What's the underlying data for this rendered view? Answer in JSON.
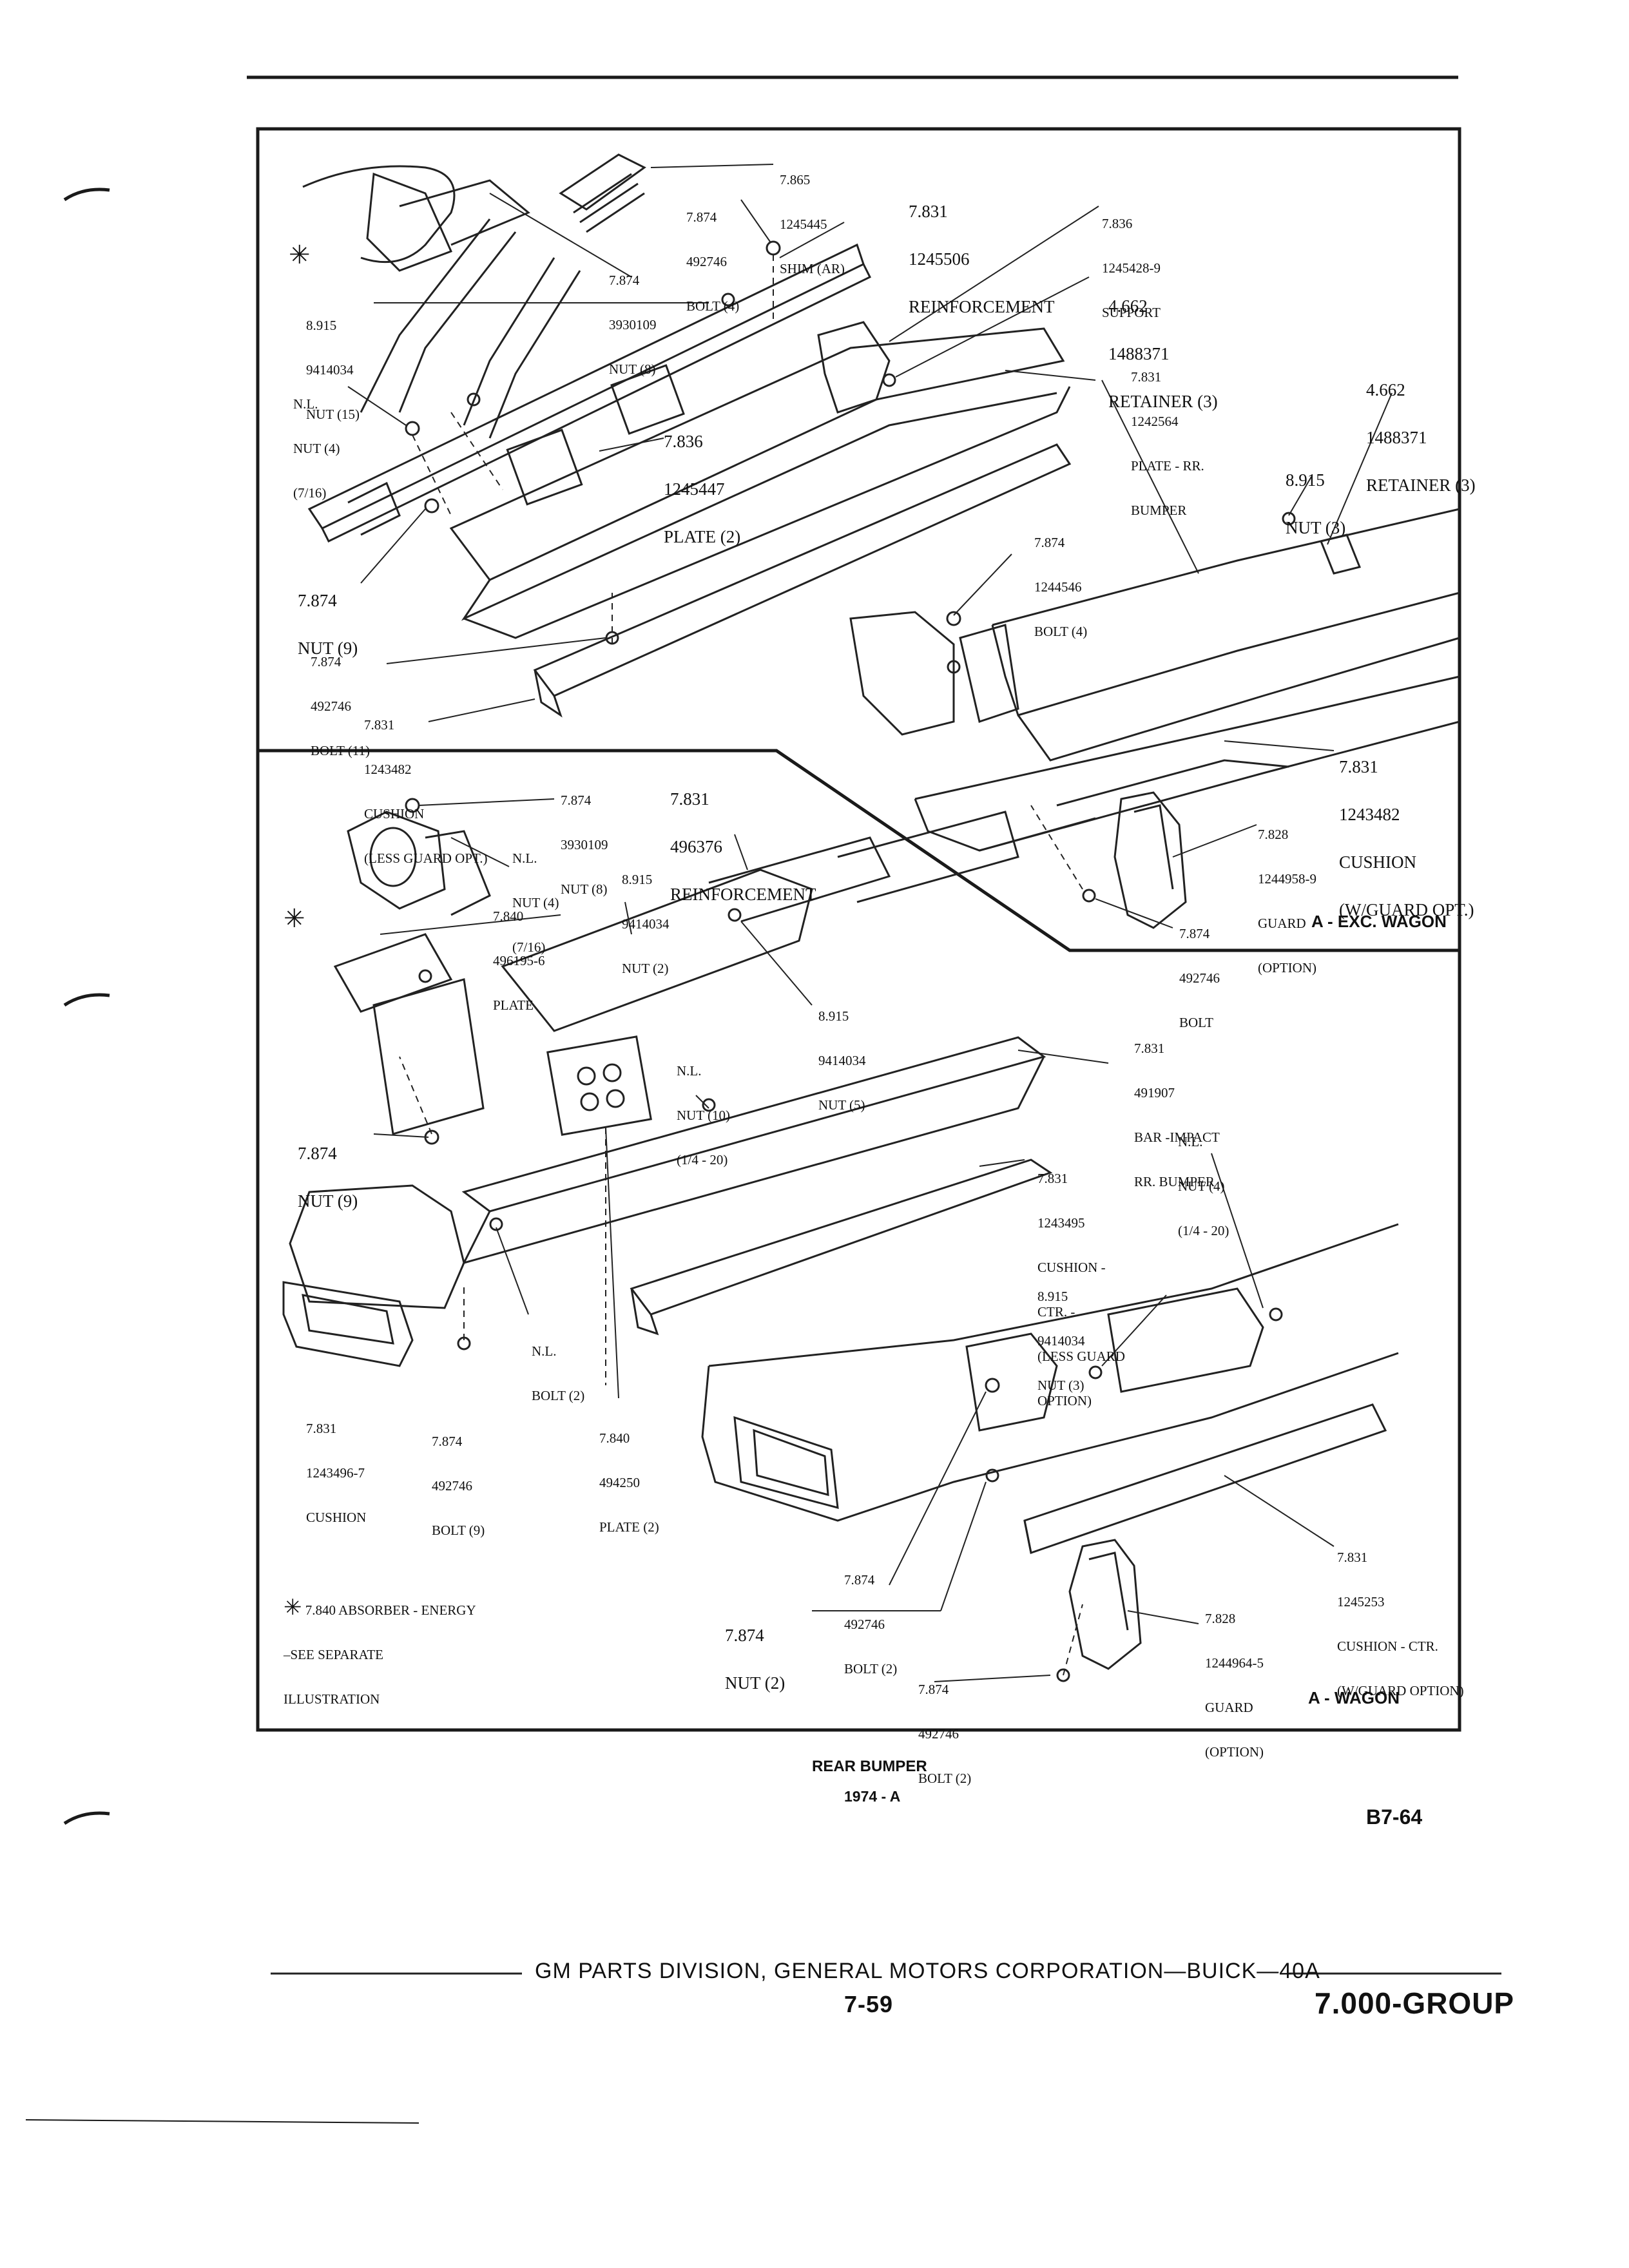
{
  "callouts": {
    "shim": [
      "7.865",
      "1245445",
      "SHIM (AR)"
    ],
    "bolt_492746_4": [
      "7.874",
      "492746",
      "BOLT (4)"
    ],
    "reinforcement_1245506": [
      "7.831",
      "1245506",
      "REINFORCEMENT"
    ],
    "support": [
      "7.836",
      "1245428-9",
      "SUPPORT"
    ],
    "nut_3930109_top": [
      "7.874",
      "3930109",
      "NUT (8)"
    ],
    "nut_9414034_15": [
      "8.915",
      "9414034",
      "NUT (15)"
    ],
    "retainer_top": [
      "4.662",
      "1488371",
      "RETAINER (3)"
    ],
    "plate_rr_bumper": [
      "7.831",
      "1242564",
      "PLATE - RR.",
      "BUMPER"
    ],
    "retainer_right": [
      "4.662",
      "1488371",
      "RETAINER (3)"
    ],
    "nl_nut_top": [
      "N.L.",
      "NUT (4)",
      "(7/16)"
    ],
    "plate_1245447": [
      "7.836",
      "1245447",
      "PLATE (2)"
    ],
    "nut_8915_3_top": [
      "8.915",
      "NUT (3)"
    ],
    "bolt_1244546": [
      "7.874",
      "1244546",
      "BOLT (4)"
    ],
    "nut_9_top": [
      "7.874",
      "NUT (9)"
    ],
    "bolt_11": [
      "7.874",
      "492746",
      "BOLT (11)"
    ],
    "cushion_less": [
      "7.831",
      "1243482",
      "CUSHION",
      "(LESS GUARD OPT.)"
    ],
    "cushion_w_guard": [
      "7.831",
      "1243482",
      "CUSHION",
      "(W/GUARD OPT.)"
    ],
    "guard_1244958": [
      "7.828",
      "1244958-9",
      "GUARD",
      "(OPTION)"
    ],
    "bolt_exc_wagon": [
      "7.874",
      "492746",
      "BOLT"
    ],
    "nut_3930109_bottom": [
      "7.874",
      "3930109",
      "NUT (8)"
    ],
    "reinforcement_496376": [
      "7.831",
      "496376",
      "REINFORCEMENT"
    ],
    "nl_nut_bottom": [
      "N.L.",
      "NUT (4)",
      "(7/16)"
    ],
    "nut_9414034_2": [
      "8.915",
      "9414034",
      "NUT (2)"
    ],
    "plate_496195": [
      "7.840",
      "496195-6",
      "PLATE"
    ],
    "nut_9414034_5": [
      "8.915",
      "9414034",
      "NUT (5)"
    ],
    "nl_nut_10": [
      "N.L.",
      "NUT (10)",
      "(1/4 - 20)"
    ],
    "bar_impact": [
      "7.831",
      "491907",
      "BAR -IMPACT",
      "RR. BUMPER"
    ],
    "nl_nut_4_1420": [
      "N.L.",
      "NUT (4)",
      "(1/4 - 20)"
    ],
    "nut_9_bottom": [
      "7.874",
      "NUT (9)"
    ],
    "cushion_ctr_less": [
      "7.831",
      "1243495",
      "CUSHION -",
      "CTR. -",
      "(LESS GUARD",
      "OPTION)"
    ],
    "nut_9414034_3": [
      "8.915",
      "9414034",
      "NUT (3)"
    ],
    "nl_bolt_2": [
      "N.L.",
      "BOLT (2)"
    ],
    "cushion_1243496": [
      "7.831",
      "1243496-7",
      "CUSHION"
    ],
    "bolt_9": [
      "7.874",
      "492746",
      "BOLT (9)"
    ],
    "plate_494250": [
      "7.840",
      "494250",
      "PLATE (2)"
    ],
    "cushion_ctr_w_guard": [
      "7.831",
      "1245253",
      "CUSHION - CTR.",
      "(W/GUARD OPTION)"
    ],
    "bolt_2_wagon_a": [
      "7.874",
      "492746",
      "BOLT (2)"
    ],
    "nut_2_wagon": [
      "7.874",
      "NUT (2)"
    ],
    "guard_1244964": [
      "7.828",
      "1244964-5",
      "GUARD",
      "(OPTION)"
    ],
    "bolt_2_wagon_b": [
      "7.874",
      "492746",
      "BOLT (2)"
    ]
  },
  "note": {
    "symbol": "✳",
    "lines": [
      "7.840 ABSORBER - ENERGY",
      "–SEE SEPARATE",
      "ILLUSTRATION"
    ]
  },
  "box_labels": {
    "exc_wagon": "A - EXC. WAGON",
    "wagon": "A - WAGON"
  },
  "caption": {
    "title": "REAR BUMPER",
    "model": "1974 - A",
    "ref": "B7-64"
  },
  "footer": {
    "division": "GM PARTS DIVISION,  GENERAL MOTORS CORPORATION—BUICK—40A",
    "page": "7-59",
    "group": "7.000-GROUP"
  }
}
